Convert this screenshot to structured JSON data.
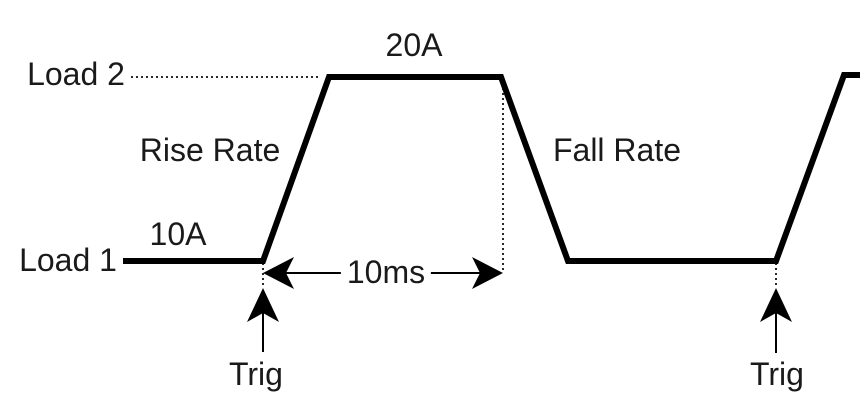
{
  "labels": {
    "load2": "Load 2",
    "load1": "Load 1",
    "level_high": "20A",
    "level_low": "10A",
    "rise_rate": "Rise Rate",
    "fall_rate": "Fall Rate",
    "interval": "10ms",
    "trig_left": "Trig",
    "trig_right": "Trig"
  },
  "colors": {
    "trace": "#000000",
    "text": "#1a1a1a",
    "background": "#ffffff"
  },
  "icons": {
    "interval_arrow": "double-headed-horizontal-arrow",
    "trigger_arrow": "up-arrow"
  },
  "chart_data": {
    "type": "line",
    "title": "",
    "xlabel": "",
    "ylabel": "",
    "description_levels": {
      "load1_amps": 10,
      "load2_amps": 20
    },
    "transition_interval_ms": 10,
    "waveform_shape": "low plateau (10A) -> rise -> high plateau (20A) -> fall -> low plateau (10A) -> rise (repeat)",
    "annotations": [
      "Rise Rate",
      "Fall Rate",
      "10ms",
      "Trig",
      "Trig"
    ],
    "trigger_points": [
      "start of first rise",
      "start of second rise"
    ],
    "grid": false,
    "legend": false
  }
}
